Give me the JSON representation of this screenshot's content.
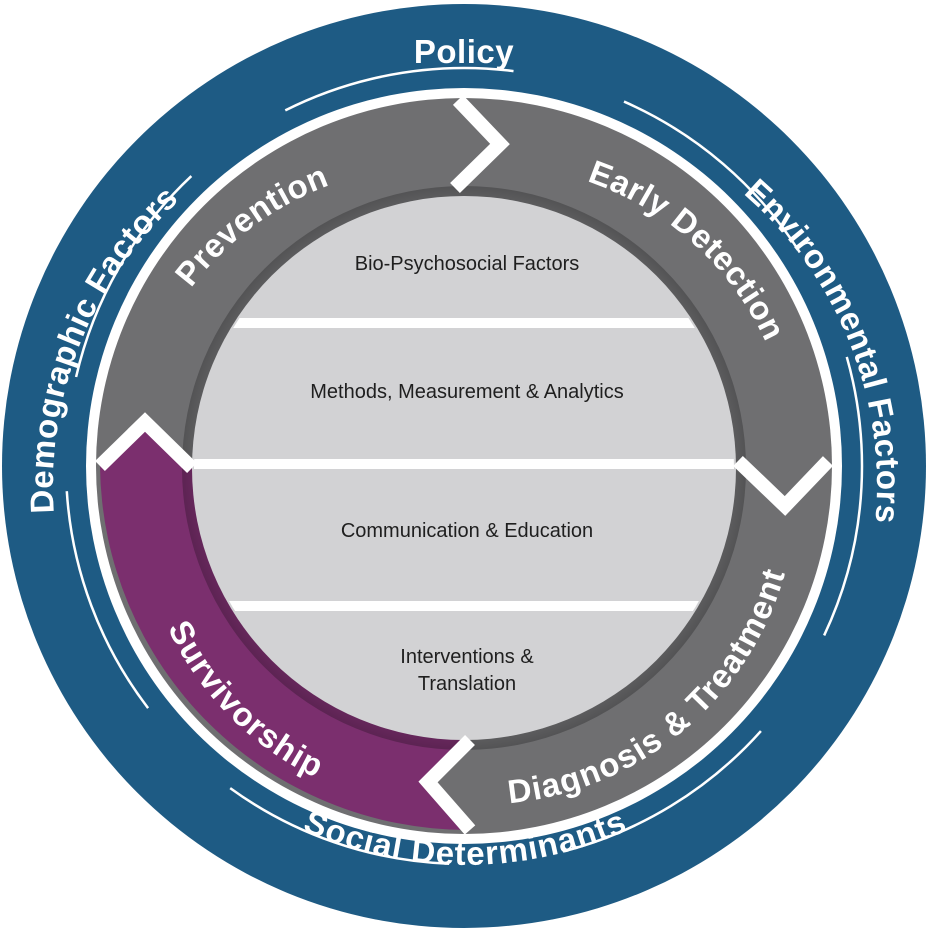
{
  "outer_ring": {
    "top": "Policy",
    "left": "Demographic Factors",
    "right": "Environmental Factors",
    "bottom": "Social Determinants"
  },
  "phases": {
    "prevention": "Prevention",
    "early_detection": "Early Detection",
    "diagnosis_treatment": "Diagnosis & Treatment",
    "survivorship": "Survivorship"
  },
  "core_layers": {
    "layer1": "Bio-Psychosocial Factors",
    "layer2": "Methods, Measurement & Analytics",
    "layer3": "Communication & Education",
    "layer4_line1": "Interventions &",
    "layer4_line2": "Translation"
  },
  "colors": {
    "outer_ring": "#1e5b84",
    "phase_gray": "#6f6f71",
    "survivorship": "#7b2f6e",
    "core": "#d2d2d4"
  }
}
